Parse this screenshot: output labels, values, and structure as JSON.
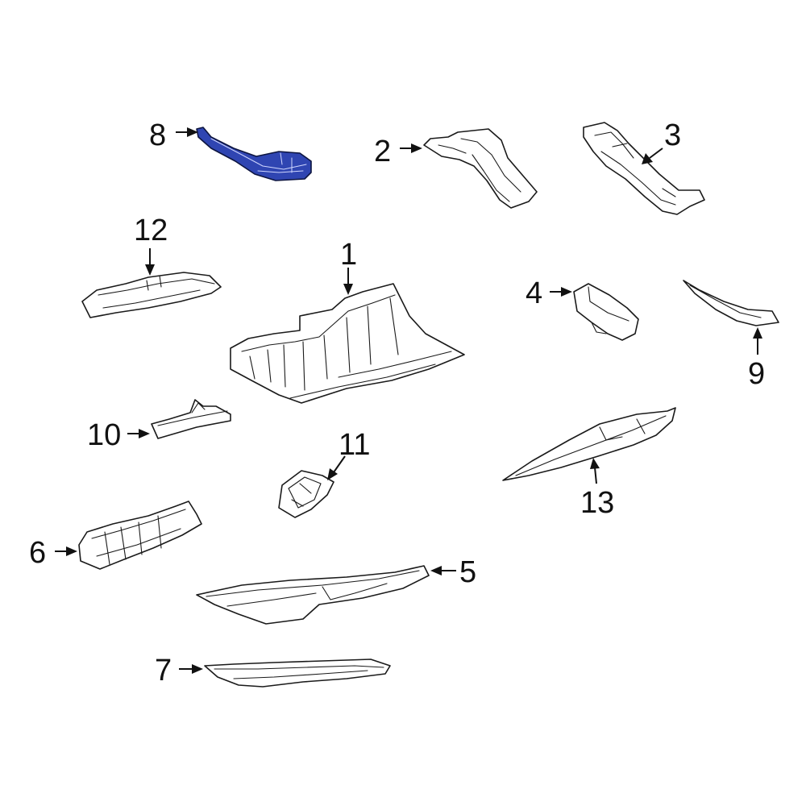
{
  "diagram": {
    "highlight_color": "#2f45b2",
    "line_color": "#1a1a1a",
    "background": "#ffffff",
    "callouts": [
      {
        "id": "1",
        "label": "1"
      },
      {
        "id": "2",
        "label": "2"
      },
      {
        "id": "3",
        "label": "3"
      },
      {
        "id": "4",
        "label": "4"
      },
      {
        "id": "5",
        "label": "5"
      },
      {
        "id": "6",
        "label": "6"
      },
      {
        "id": "7",
        "label": "7"
      },
      {
        "id": "8",
        "label": "8",
        "highlighted": true
      },
      {
        "id": "9",
        "label": "9"
      },
      {
        "id": "10",
        "label": "10"
      },
      {
        "id": "11",
        "label": "11"
      },
      {
        "id": "12",
        "label": "12"
      },
      {
        "id": "13",
        "label": "13"
      }
    ]
  }
}
